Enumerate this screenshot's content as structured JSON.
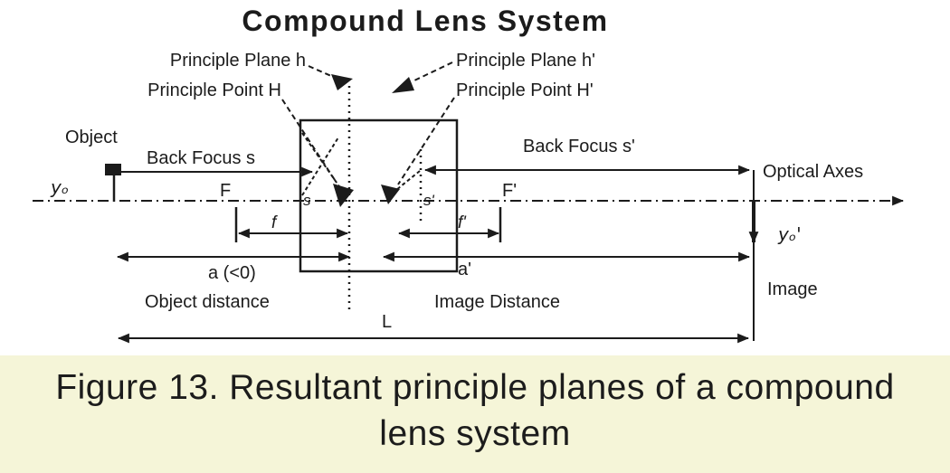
{
  "figure": {
    "title": "Compound Lens System",
    "caption_line1": "Figure 13. Resultant principle planes of a compound",
    "caption_line2": "lens system"
  },
  "labels": {
    "principle_plane_h": "Principle Plane h",
    "principle_point_H": "Principle Point H",
    "principle_plane_h_prime": "Principle Plane h'",
    "principle_point_H_prime": "Principle Point H'",
    "object": "Object",
    "object_height": "yₒ",
    "back_focus_s": "Back Focus s",
    "back_focus_s_prime": "Back Focus s'",
    "optical_axes": "Optical Axes",
    "front_focal_point": "F",
    "back_focal_point": "F'",
    "front_focal_length": "f",
    "back_focal_length": "f'",
    "s": "s",
    "s_prime": "s'",
    "object_distance_a": "a (<0)",
    "image_distance_a_prime": "a'",
    "object_distance": "Object distance",
    "image_distance": "Image Distance",
    "overall_length": "L",
    "image_height": "yₒ'",
    "image": "Image"
  },
  "colors": {
    "ink": "#1b1b1b",
    "diagram_background": "#ffffff",
    "caption_background": "#f5f5d8"
  }
}
